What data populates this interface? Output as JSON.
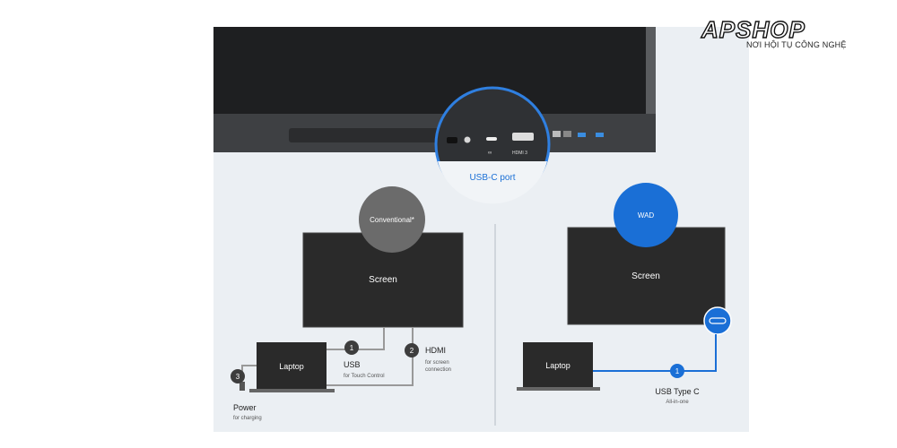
{
  "logo": {
    "brand": "APSHOP",
    "tagline": "NƠI HỘI TỤ CÔNG NGHỆ"
  },
  "colors": {
    "accent_blue": "#1a6fd6",
    "dark_screen": "#2d2d2d",
    "badge_gray": "#6b6b6b",
    "panel_bg": "#ebeff3"
  },
  "ports": {
    "hdmi_label": "HDMI 3",
    "callout_label": "USB-C port"
  },
  "conventional": {
    "badge": "Conventional*",
    "screen_label": "Screen",
    "laptop_label": "Laptop",
    "steps": [
      {
        "number": "1",
        "title": "USB",
        "subtitle": "for Touch Control"
      },
      {
        "number": "2",
        "title": "HDMI",
        "subtitle": "for screen connection"
      },
      {
        "number": "3",
        "title": "Power",
        "subtitle": "for charging"
      }
    ]
  },
  "wad": {
    "badge": "WAD",
    "screen_label": "Screen",
    "laptop_label": "Laptop",
    "steps": [
      {
        "number": "1",
        "title": "USB Type C",
        "subtitle": "All-in-one"
      }
    ]
  }
}
